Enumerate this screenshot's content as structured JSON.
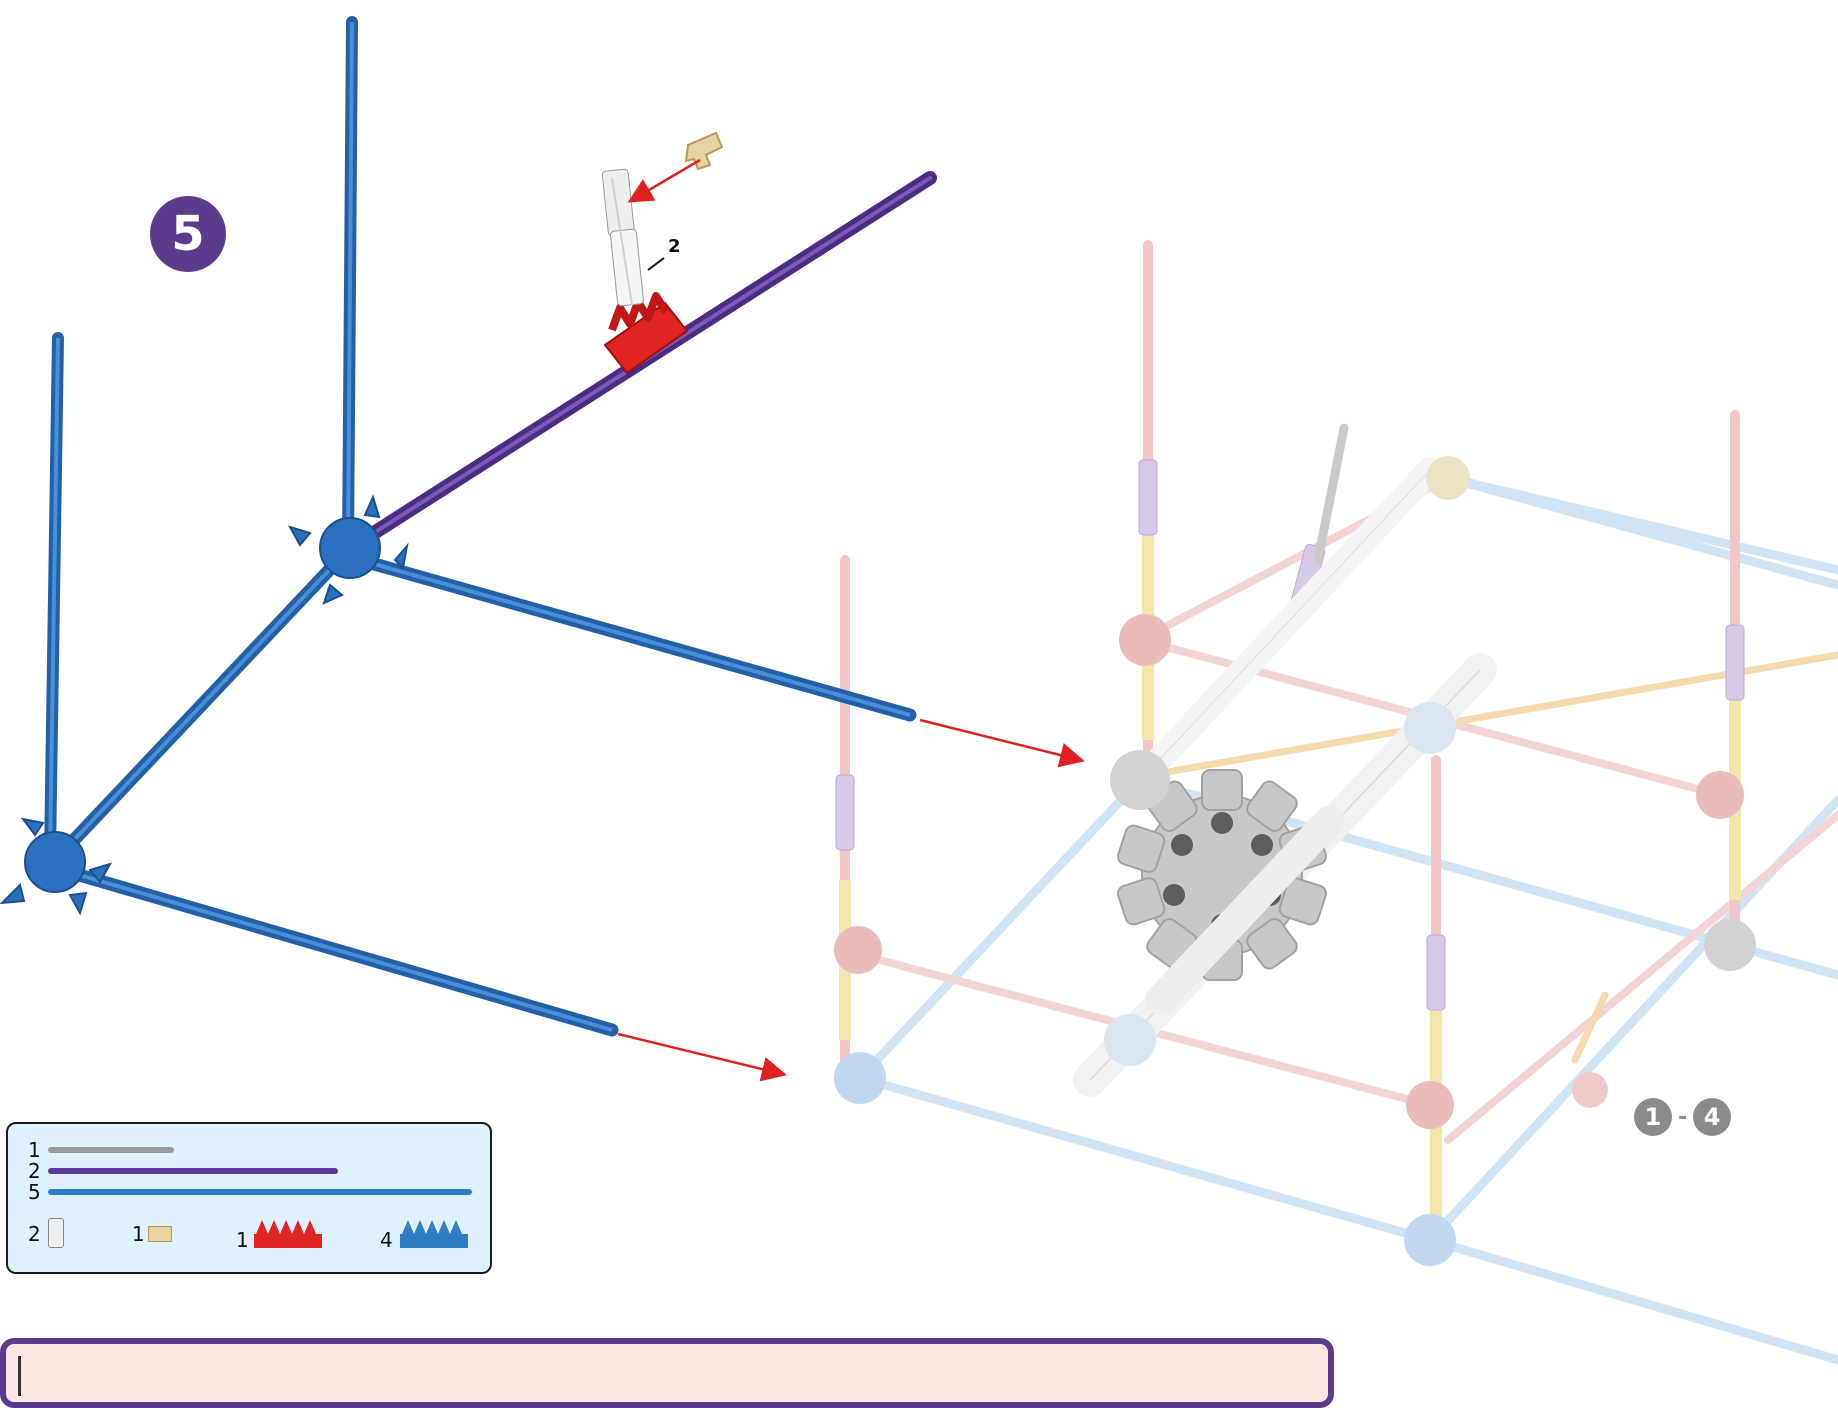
{
  "step": {
    "number": "5"
  },
  "callout": {
    "quantity": "2"
  },
  "previous_steps": {
    "from": "1",
    "separator": "-",
    "to": "4"
  },
  "parts_list": {
    "rods": [
      {
        "qty": "1",
        "color": "#9a9a9a",
        "icon": "gray-rod-icon"
      },
      {
        "qty": "2",
        "color": "#5b3a9a",
        "icon": "purple-rod-icon"
      },
      {
        "qty": "5",
        "color": "#2f7ec3",
        "icon": "blue-rod-icon"
      }
    ],
    "connectors": [
      {
        "qty": "2",
        "icon": "white-spacer-icon"
      },
      {
        "qty": "1",
        "icon": "tan-clip-icon"
      },
      {
        "qty": "1",
        "icon": "red-connector-icon",
        "color": "#e02424"
      },
      {
        "qty": "4",
        "icon": "blue-connector-icon",
        "color": "#2f7ec3"
      }
    ]
  },
  "colors": {
    "badge": "#5b3c8c",
    "arrow": "#e02020",
    "blue_rod": "#2f7ec3",
    "purple_rod": "#5b3a9a",
    "red_connector": "#e02424",
    "note_background": "#fbe9e3",
    "parts_background": "#dff1fb"
  }
}
